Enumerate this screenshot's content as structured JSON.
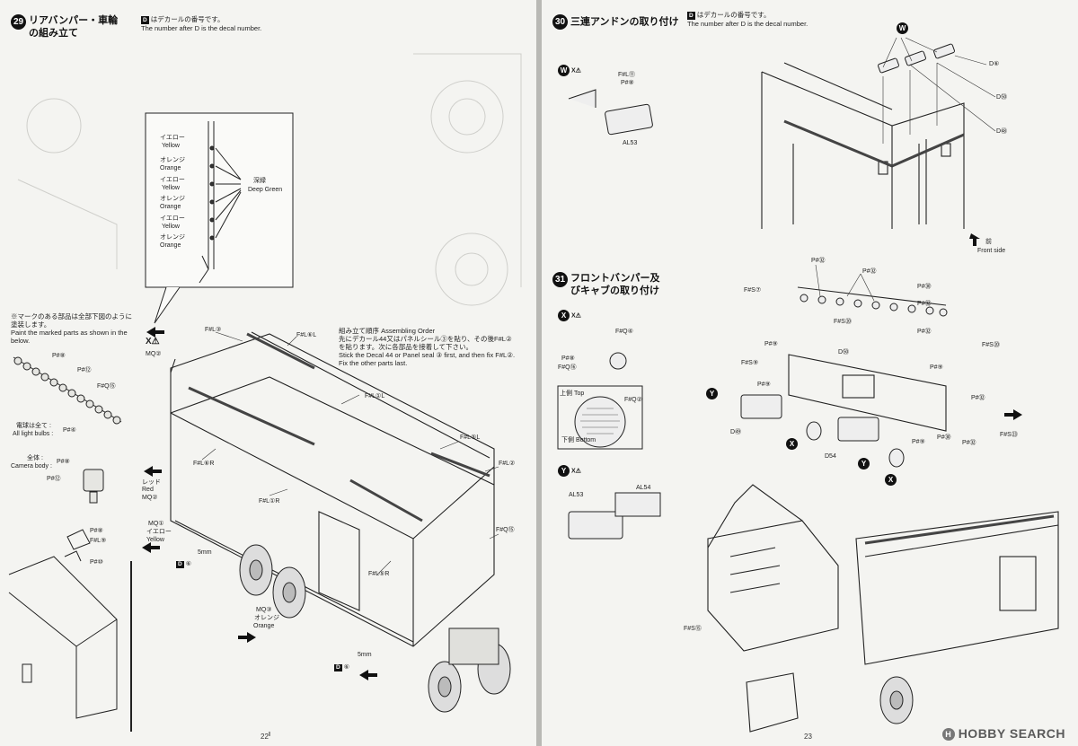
{
  "left_page": {
    "page_number": "22",
    "step": {
      "number": "29",
      "title": "リアバンパー・車輪の組み立て"
    },
    "decal_note": {
      "jp": "はデカールの番号です。",
      "en": "The number after D is the decal number.",
      "badge": "D"
    },
    "paint_note": {
      "jp": "※マークのある部品は全部下図のように塗装します。",
      "en": "Paint the marked parts as shown in the below."
    },
    "light_labels": {
      "p8": "P#⑧",
      "p12": "P#⑫",
      "fq15": "F#Q⑮",
      "bulbs_jp": "電球は全て :",
      "bulbs_en": "All light bulbs :",
      "p4": "P#④"
    },
    "camera_labels": {
      "jp": "全体 :",
      "en": "Camera body :",
      "p8": "P#⑧",
      "p12": "P#⑫",
      "p8b": "P#⑧",
      "p9": "F#L⑨",
      "p10": "P#⑩"
    },
    "color_callout": {
      "colors": [
        {
          "jp": "イエロー",
          "en": "Yellow"
        },
        {
          "jp": "オレンジ",
          "en": "Orange"
        },
        {
          "jp": "イエロー",
          "en": "Yellow"
        },
        {
          "jp": "オレンジ",
          "en": "Orange"
        },
        {
          "jp": "イエロー",
          "en": "Yellow"
        },
        {
          "jp": "オレンジ",
          "en": "Orange"
        }
      ],
      "green_jp": "深緑",
      "green_en": "Deep Green"
    },
    "assembly_order": {
      "jp_title": "組み立て順序",
      "en_title": "Assembling Order",
      "jp": "先にデカール44又はパネルシール③を貼り、その後F#L②を貼ります。次に各部品を接着して下さい。",
      "en": "Stick the Decal 44 or Panel seal ③ first, and then fix F#L②. Fix the other parts last."
    },
    "part_labels": {
      "x_a": "X⚠",
      "mq2": "MQ②",
      "fl3": "F#L③",
      "fl6l": "F#L⑥L",
      "fl1l": "F#L①L",
      "fl5l": "F#L⑤L",
      "fl2": "F#L②",
      "fl6r": "F#L⑥R",
      "fl1r": "F#L①R",
      "fl5r": "F#L⑤R",
      "fq15": "F#Q⑮",
      "red_jp": "レッド",
      "red_en": "Red",
      "mq2b": "MQ②",
      "mq1": "MQ①",
      "yel_jp": "イエロー",
      "yel_en": "Yellow",
      "mq3": "MQ③",
      "org_jp": "オレンジ",
      "org_en": "Orange",
      "mm5a": "5mm",
      "mm5b": "5mm",
      "d43": "⑥",
      "d43b": "⑥"
    }
  },
  "right_page": {
    "page_number": "23",
    "step30": {
      "number": "30",
      "title": "三連アンドンの取り付け"
    },
    "decal_note": {
      "jp": "はデカールの番号です。",
      "en": "The number after D is the decal number.",
      "badge": "D"
    },
    "w_group": {
      "label": "W",
      "fl11": "F#L⑪",
      "p8": "P#⑧",
      "al53": "AL53"
    },
    "step30_labels": {
      "w": "W",
      "d_a": "D⑥",
      "d_b": "D㊿",
      "d_c": "D㊽",
      "front_jp": "前",
      "front_en": "Front side"
    },
    "step31": {
      "number": "31",
      "title": "フロントバンパー及びキャブの取り付け"
    },
    "x_group": {
      "label": "X",
      "fq4": "F#Q④",
      "p8": "P#⑧",
      "fq": "F#Q⑯",
      "fq2": "F#Q②",
      "top_jp": "上側",
      "top_en": "Top",
      "bot_jp": "下側",
      "bot_en": "Bottom"
    },
    "y_group": {
      "label": "Y",
      "al53": "AL53",
      "al54": "AL54"
    },
    "step31_labels": {
      "p32a": "P#㉜",
      "p32b": "P#㉜",
      "p30": "P#㉚",
      "fs7": "F#S⑦",
      "p32c": "P#㉜",
      "p32d": "P#㉜",
      "fs20a": "F#S⑳",
      "p9a": "P#⑨",
      "fs20b": "F#S⑳",
      "fs9": "F#S⑨",
      "p9b": "P#⑨",
      "p9c": "P#⑨",
      "p32e": "P#㉜",
      "fs23": "F#S㉓",
      "p9d": "P#⑨",
      "p30b": "P#㉚",
      "p32f": "P#㉜",
      "d53": "D㊾",
      "d54": "D54",
      "d55": "D㊿",
      "fs15": "F#S⑮"
    },
    "logo": "HOBBY SEARCH"
  },
  "colors": {
    "paper": "#f4f4f1",
    "ink": "#111111",
    "gutter": "#b9b9b5"
  }
}
